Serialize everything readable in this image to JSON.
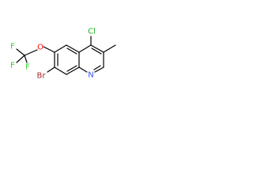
{
  "molecule": {
    "atoms": {
      "F1": "F",
      "F2": "F",
      "F3": "F",
      "O": "O",
      "Cl": "Cl",
      "Br": "Br",
      "N": "N"
    },
    "colors": {
      "F": "#33cc33",
      "O": "#ff0d0d",
      "Cl": "#1fab1f",
      "Br": "#a62929",
      "N": "#3050f8",
      "bond": "#000000"
    }
  }
}
